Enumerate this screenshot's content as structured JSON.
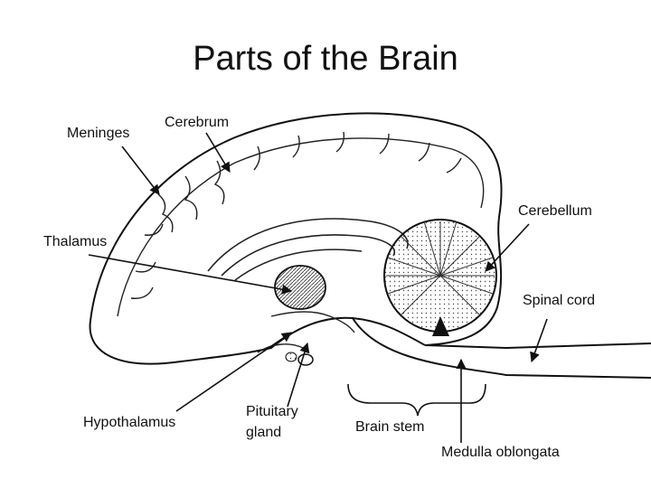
{
  "title": "Parts of the Brain",
  "labels": {
    "meninges": "Meninges",
    "cerebrum": "Cerebrum",
    "cerebellum": "Cerebellum",
    "thalamus": "Thalamus",
    "spinal_cord": "Spinal cord",
    "hypothalamus": "Hypothalamus",
    "pituitary_line1": "Pituitary",
    "pituitary_line2": "gland",
    "brain_stem": "Brain stem",
    "medulla": "Medulla oblongata"
  },
  "colors": {
    "ink": "#111111",
    "shade": "#555555"
  }
}
